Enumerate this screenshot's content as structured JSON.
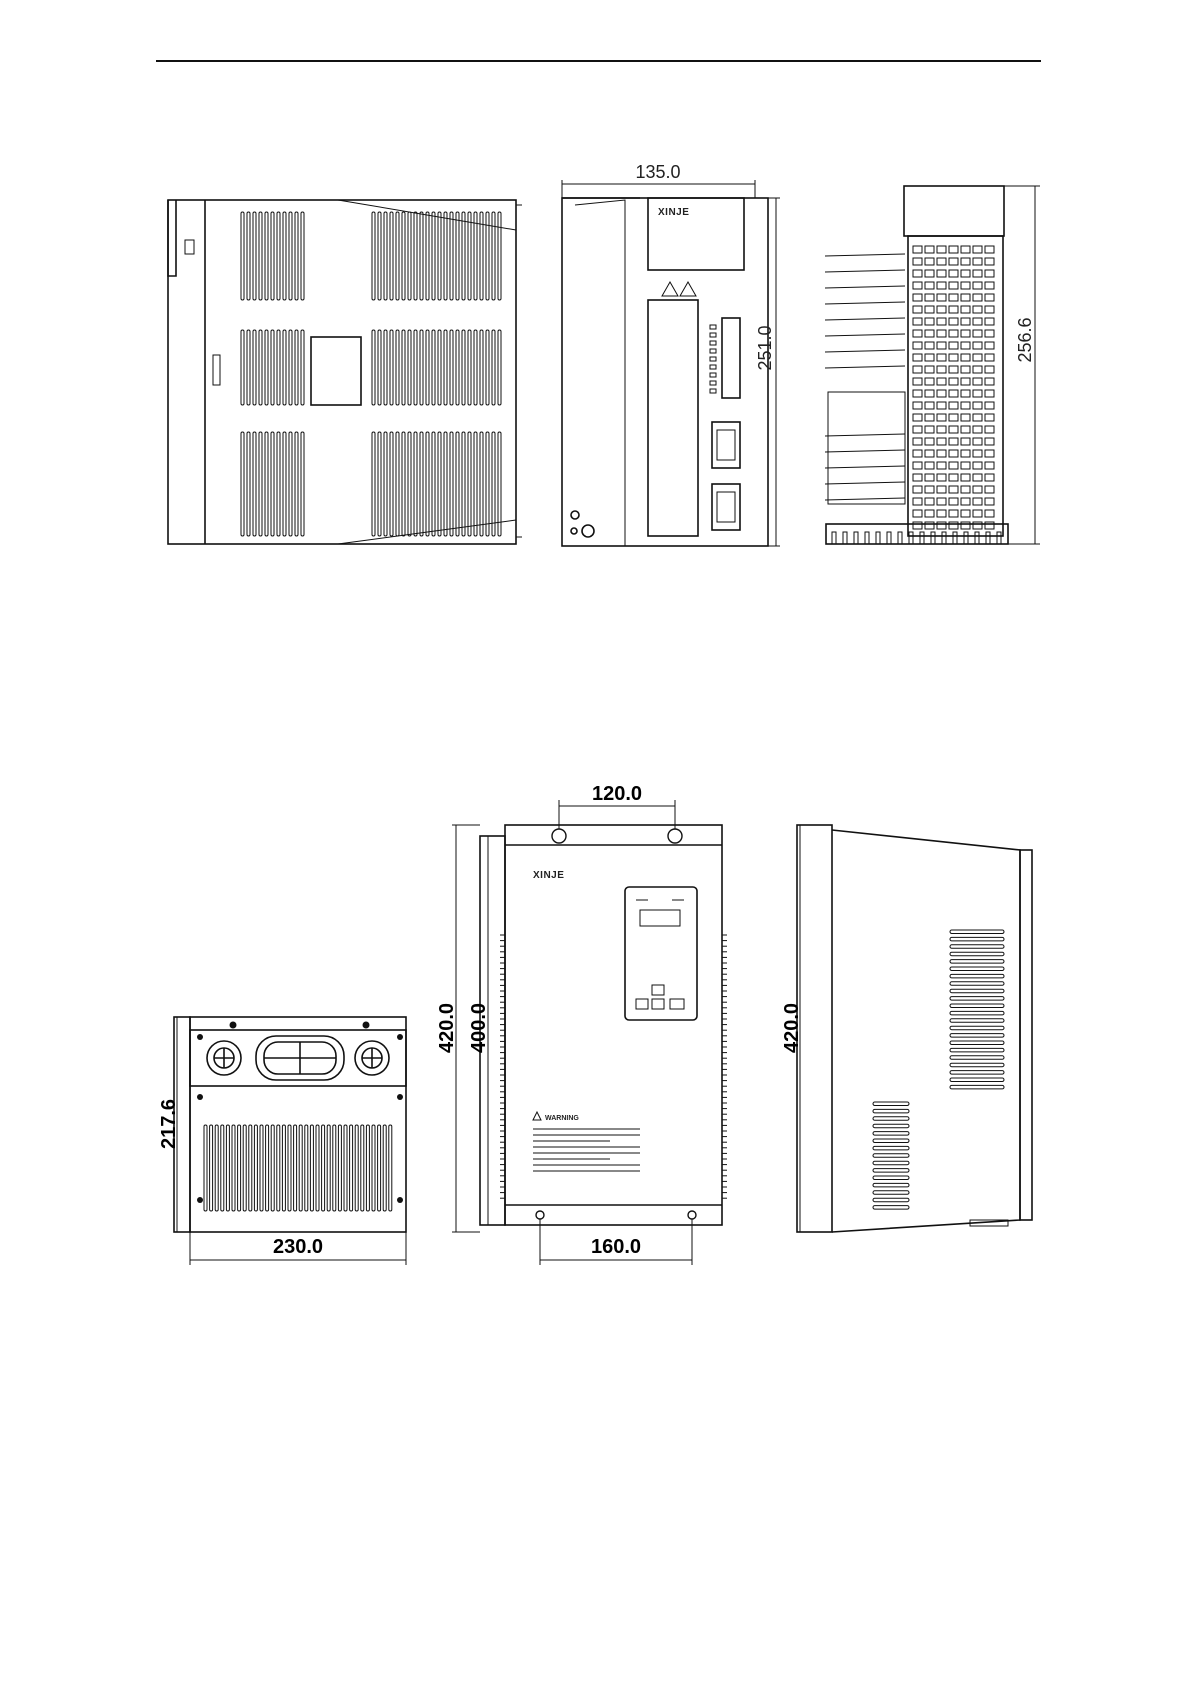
{
  "top_figure": {
    "width_dim": "135.0",
    "height_dim": "251.0",
    "depth_dim": "256.6",
    "brand": "XINJE"
  },
  "bottom_figure": {
    "mount_spacing_top": "120.0",
    "overall_height": "420.0",
    "body_height": "400.0",
    "side_height": "420.0",
    "bottom_depth": "217.6",
    "bottom_width": "230.0",
    "mount_spacing_bottom": "160.0",
    "brand": "XINJE",
    "warning_title": "WARNING"
  }
}
